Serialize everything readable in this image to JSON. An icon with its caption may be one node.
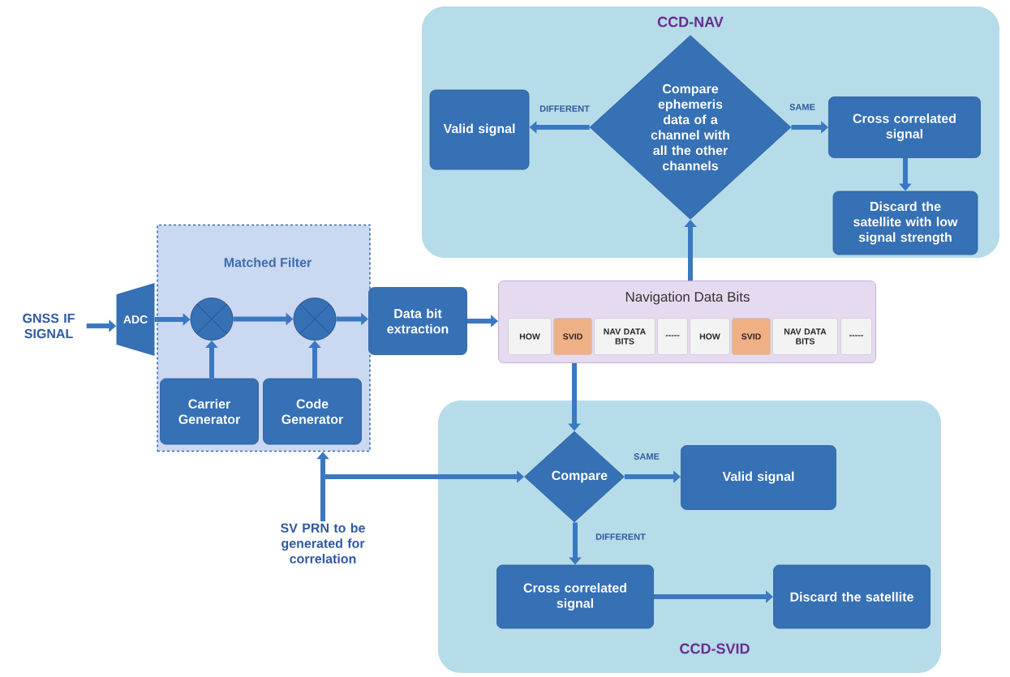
{
  "diagram": {
    "nodes": [
      {
        "text": [
          "CCD-NAV"
        ]
      },
      {
        "text": [
          "Valid signal"
        ],
        "in": 0
      },
      {
        "text": [
          "Compare ephemeris data of a channel with all the other channels"
        ],
        "in": 0
      },
      {
        "text": [
          "Cross correlated signal"
        ],
        "in": 0
      },
      {
        "text": [
          "Discard the satellite with low signal strength"
        ],
        "in": 0
      },
      {
        "text": [
          "GNSS IF SIGNAL"
        ]
      },
      {
        "text": [
          "ADC"
        ]
      },
      {
        "text": [
          "Matched Filter"
        ]
      },
      {
        "text": [],
        "shape": "circle",
        "in": 7
      },
      {
        "text": [],
        "shape": "circle",
        "in": 7
      },
      {
        "text": [
          "Carrier Generator"
        ],
        "in": 7
      },
      {
        "text": [
          "Code Generator"
        ],
        "in": 7
      },
      {
        "text": [
          "Data bit extraction"
        ]
      },
      {
        "text": [
          "Navigation Data Bits"
        ]
      },
      {
        "text": [
          "HOW"
        ],
        "in": 13
      },
      {
        "text": [
          "SVID"
        ],
        "in": 13
      },
      {
        "text": [
          "NAV DATA BITS"
        ],
        "in": 13
      },
      {
        "text": [
          "-----"
        ],
        "in": 13
      },
      {
        "text": [
          "HOW"
        ],
        "in": 13
      },
      {
        "text": [
          "SVID"
        ],
        "in": 13
      },
      {
        "text": [
          "NAV DATA BITS"
        ],
        "in": 13
      },
      {
        "text": [
          "-----"
        ],
        "in": 13
      },
      {
        "text": [
          "CCD-SVID"
        ]
      },
      {
        "text": [
          "Compare"
        ],
        "in": 22
      },
      {
        "text": [
          "Valid signal"
        ],
        "in": 22
      },
      {
        "text": [
          "Cross correlated signal"
        ],
        "in": 22
      },
      {
        "text": [
          "Discard the satellite"
        ],
        "in": 22
      },
      {
        "text": [
          "SV PRN to be generated for correlation"
        ]
      }
    ],
    "edges": [
      {
        "from": 5,
        "to": 6,
        "arrow": "to"
      },
      {
        "from": 6,
        "to": 8,
        "arrow": "to"
      },
      {
        "from": 8,
        "to": 9,
        "arrow": "to"
      },
      {
        "from": 9,
        "to": 12,
        "arrow": "to"
      },
      {
        "from": 10,
        "to": 8,
        "arrow": "to"
      },
      {
        "from": 11,
        "to": 9,
        "arrow": "to"
      },
      {
        "from": 12,
        "to": 13,
        "arrow": "to"
      },
      {
        "from": 13,
        "to": 2,
        "arrow": "to"
      },
      {
        "from": 2,
        "to": 1,
        "arrow": "to",
        "label": "DIFFERENT"
      },
      {
        "from": 2,
        "to": 3,
        "arrow": "to",
        "label": "SAME"
      },
      {
        "from": 3,
        "to": 4,
        "arrow": "to"
      },
      {
        "from": 13,
        "to": 23,
        "arrow": "to"
      },
      {
        "from": 23,
        "to": 24,
        "arrow": "to",
        "label": "SAME"
      },
      {
        "from": 23,
        "to": 25,
        "arrow": "to",
        "label": "DIFFERENT"
      },
      {
        "from": 25,
        "to": 26,
        "arrow": "to"
      },
      {
        "from": 27,
        "to": 7,
        "arrow": "to"
      },
      {
        "from": 27,
        "to": 23,
        "arrow": "to"
      }
    ]
  }
}
